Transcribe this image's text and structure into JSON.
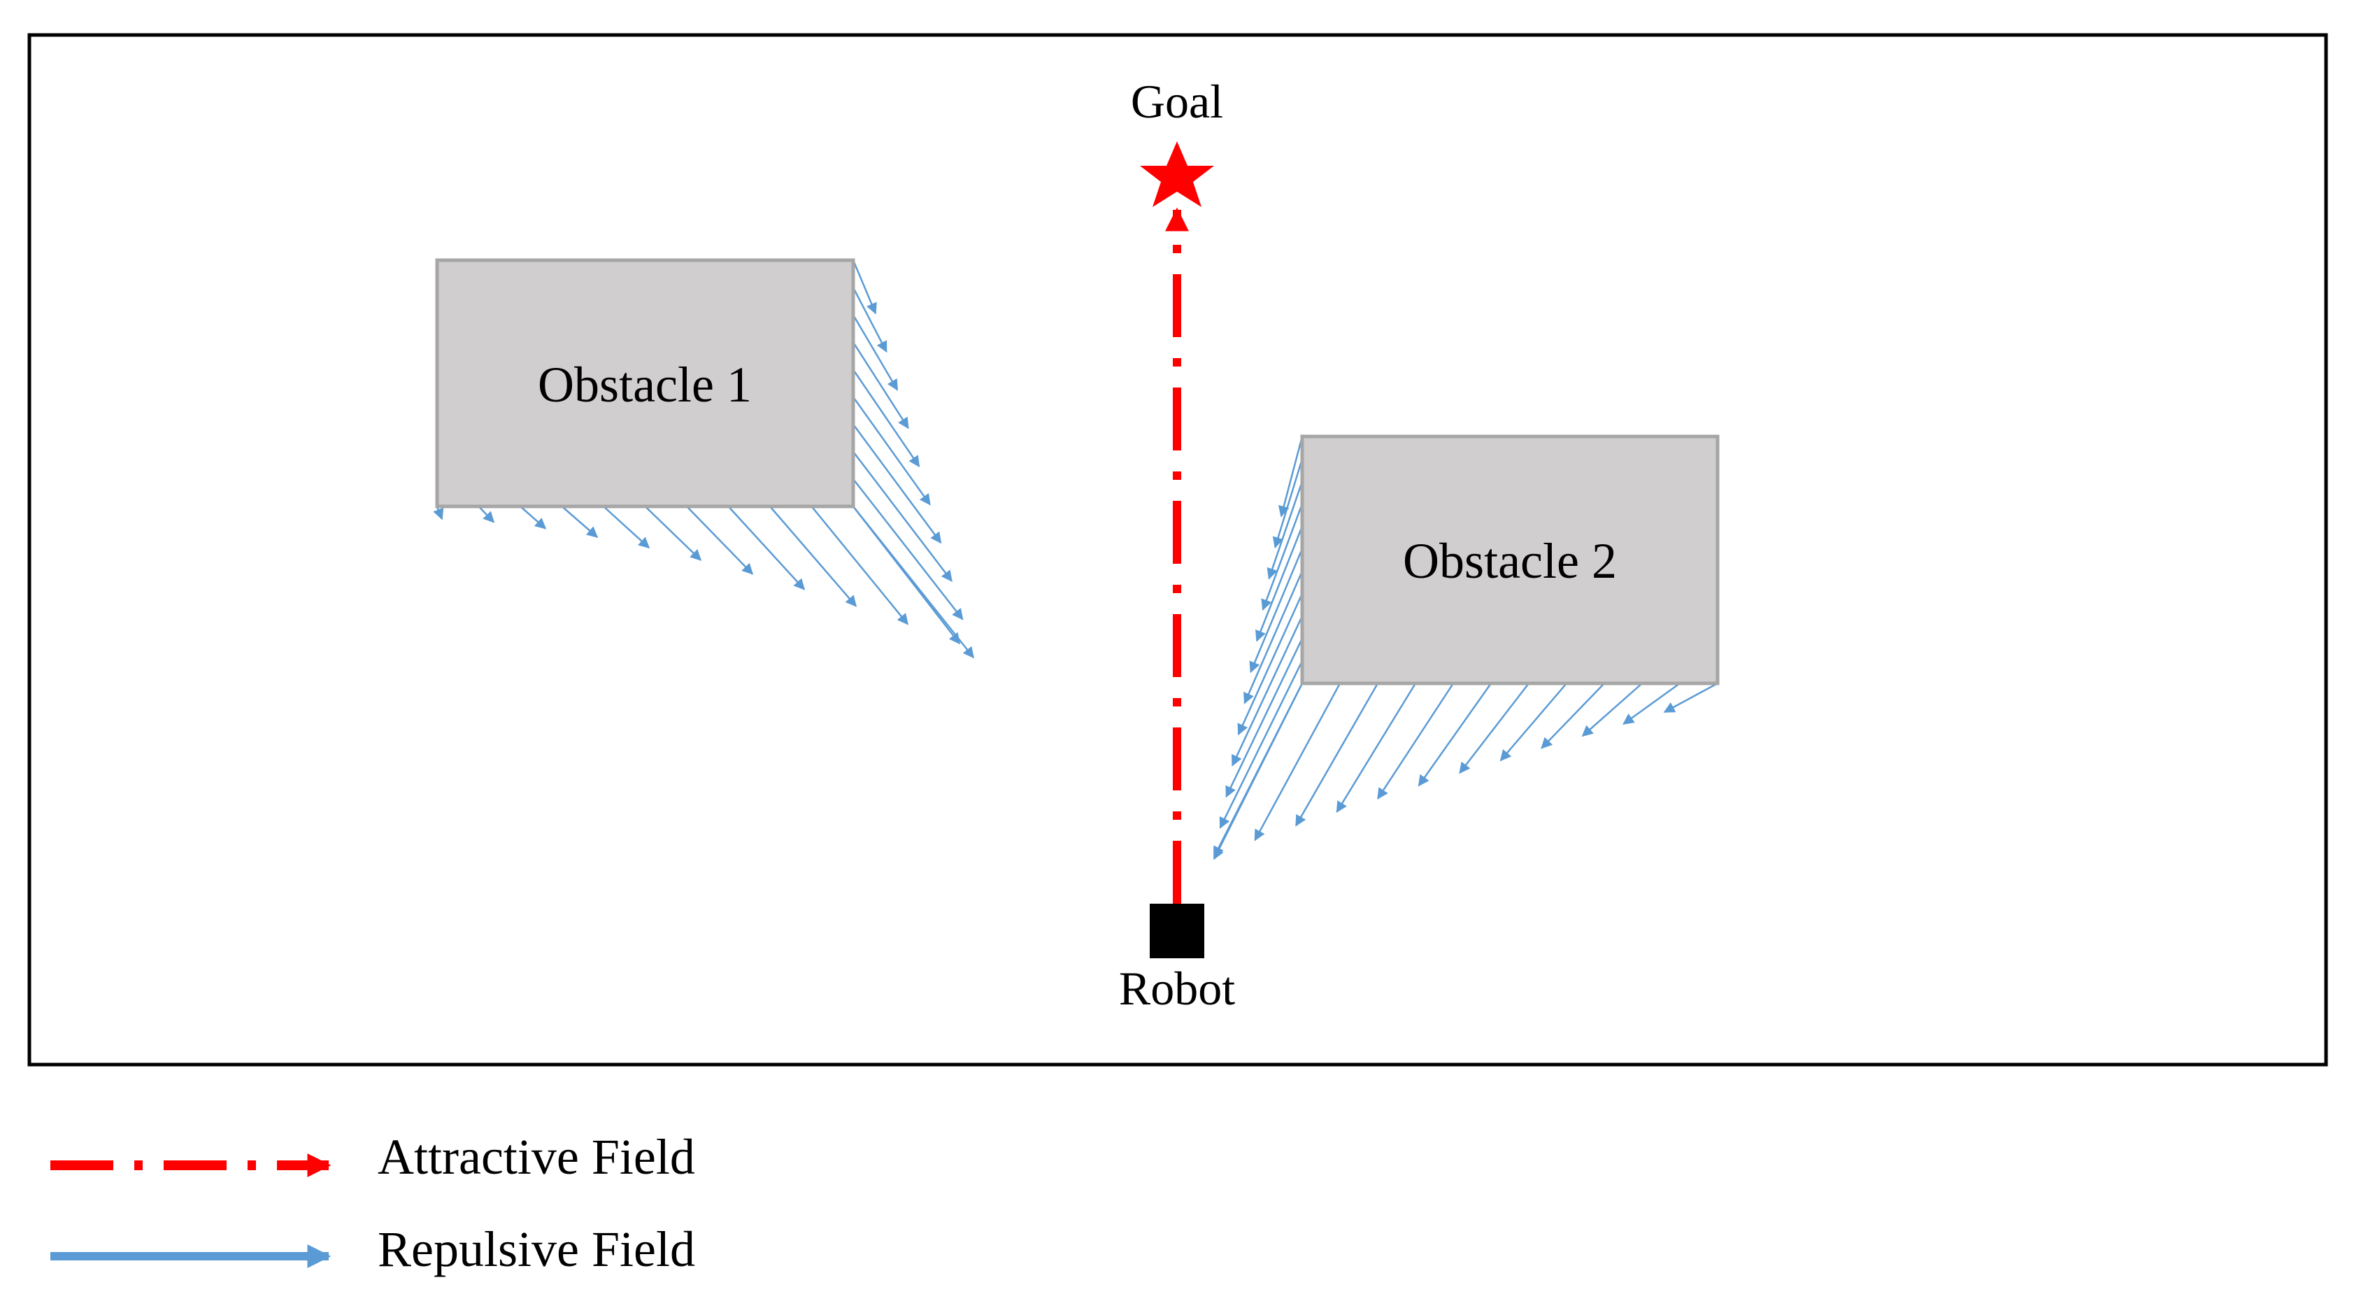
{
  "labels": {
    "goal": "Goal",
    "robot": "Robot",
    "obstacle1": "Obstacle 1",
    "obstacle2": "Obstacle 2"
  },
  "legend": {
    "attractive": "Attractive Field",
    "repulsive": "Repulsive Field"
  },
  "colors": {
    "attractive": "#ff0000",
    "repulsive": "#5b9bd5",
    "obstacle_fill": "#d0cece",
    "obstacle_stroke": "#a6a6a6",
    "robot": "#000000",
    "goal": "#ff0000",
    "frame": "#000000"
  },
  "icons": {
    "goal": "star-icon",
    "robot": "square-icon"
  }
}
